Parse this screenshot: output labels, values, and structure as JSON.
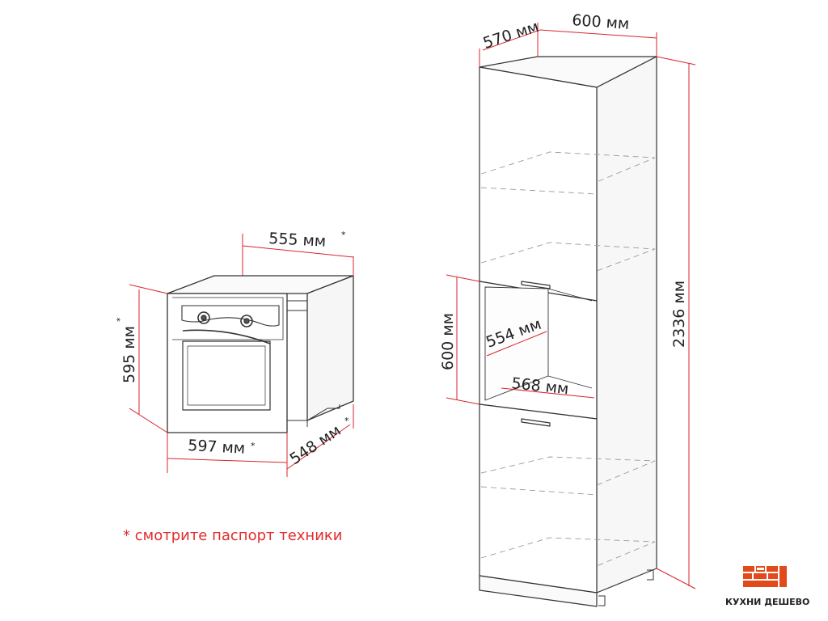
{
  "oven": {
    "width_label": "597 мм",
    "height_label": "595 мм",
    "depth_label": "548 мм",
    "top_depth_label": "555 мм",
    "asterisk": "*"
  },
  "cabinet": {
    "depth_label": "570 мм",
    "width_label": "600 мм",
    "total_height_label": "2336 мм",
    "niche_height_label": "600 мм",
    "niche_depth_label": "554 мм",
    "niche_width_label": "568 мм"
  },
  "note": "* смотрите паспорт техники",
  "logo": {
    "text": "КУХНИ ДЕШЕВО",
    "color": "#e24a1b"
  },
  "colors": {
    "dimension_line": "#d9262e",
    "outline": "#333333",
    "hidden_line": "#9a9a9a"
  }
}
